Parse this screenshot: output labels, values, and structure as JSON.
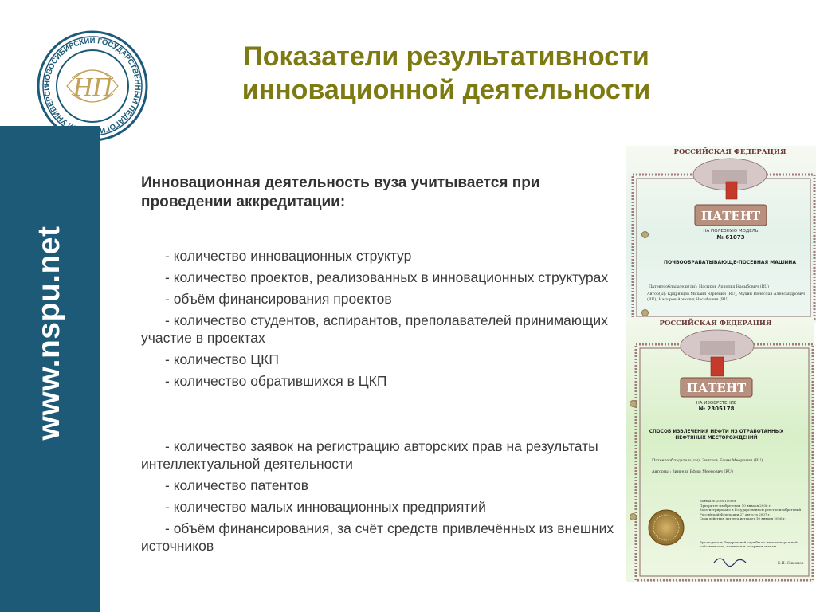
{
  "sidebar": {
    "site": "www.nspu.net"
  },
  "logo": {
    "ring_text": "НОВОСИБИРСКИЙ ГОСУДАРСТВЕННЫЙ ПЕДАГОГИЧЕСКИЙ УНИВЕРСИТЕТ",
    "monogram": "НП"
  },
  "title": {
    "line1": "Показатели результативности",
    "line2": "инновационной деятельности"
  },
  "content": {
    "lead": "Инновационная деятельность вуза учитывается при проведении аккредитации:",
    "items_group1": [
      "- количество инновационных структур",
      "- количество проектов, реализованных в инновационных структурах",
      "- объём финансирования проектов",
      "- количество студентов,  аспирантов, преполавателей принимающих участие в проектах",
      "- количество ЦКП",
      "- количество обратившихся в ЦКП"
    ],
    "items_group2": [
      "- количество заявок на регистрацию авторских прав на результаты интеллектуальной деятельности",
      "- количество патентов",
      "- количество малых инновационных предприятий",
      "- объём финансирования, за счёт средств привлечённых из внешних источников"
    ]
  },
  "patent1": {
    "country": "РОССИЙСКАЯ ФЕДЕРАЦИЯ",
    "heading": "ПАТЕНТ",
    "subtype": "НА ПОЛЕЗНУЮ МОДЕЛЬ",
    "number": "№ 61073",
    "name": "ПОЧВООБРАБАТЫВАЮЩЕ-ПОСЕВНАЯ МАШИНА",
    "holder": "Патентообладатель(ли): Насыров Арнольд Насыбович (RU)",
    "authors": "Автор(ы): Крдрявцев Михаил Юрьевич (RU), Мухин Вячеслав Александрович (RU), Насыров Арнольд Насыбович (RU)"
  },
  "patent2": {
    "country": "РОССИЙСКАЯ ФЕДЕРАЦИЯ",
    "heading": "ПАТЕНТ",
    "subtype": "НА ИЗОБРЕТЕНИЕ",
    "number": "№ 2305178",
    "name1": "СПОСОБ ИЗВЛЕЧЕНИЯ НЕФТИ ИЗ ОТРАБОТАННЫХ",
    "name2": "НЕФТЯНЫХ МЕСТОРОЖДЕНИЙ",
    "holder": "Патентообладатель(ли): Зингель Ефим Меерович (RU)",
    "authors": "Автор(ы): Зингель Ефим Меерович (RU)",
    "application": "Заявка № 2006100866",
    "priority": "Приоритет изобретения 10 января 2006 г.",
    "registered": "Зарегистрировано в Государственном реестре изобретений Российской Федерации 27 августа 2007 г.",
    "expires": "Срок действия патента истекает 10 января 2026 г.",
    "head_official": "Руководитель Федеральной службы по интеллектуальной собственности, патентам и товарным знакам",
    "signatory": "Б.П. Симонов"
  }
}
